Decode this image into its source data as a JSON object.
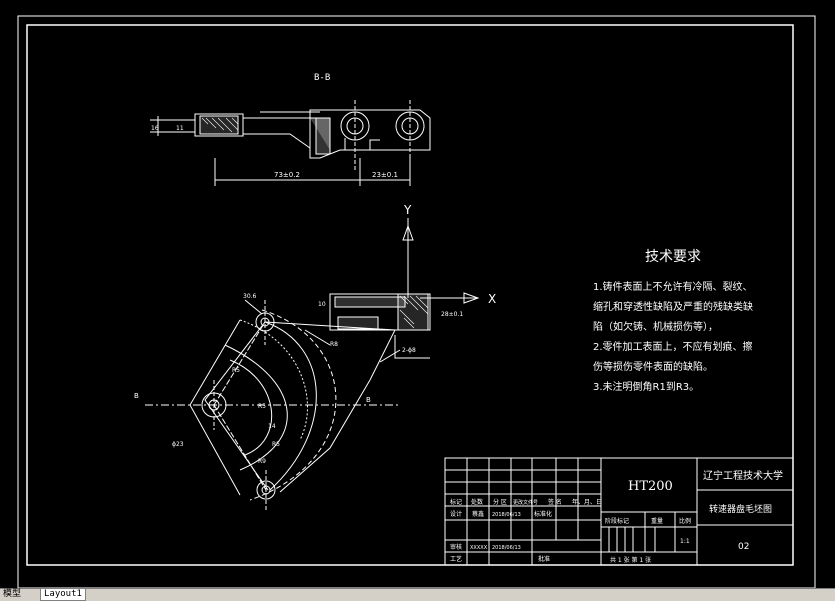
{
  "drawing": {
    "section_label": "B-B",
    "dim_left": "73±0.2",
    "dim_right": "23±0.1",
    "dim_vert_small": "11",
    "dim_vert_small2": "16",
    "axis_y": "Y",
    "axis_x": "X",
    "dim_top_rib": "10",
    "dim_r_side": "28±0.1",
    "dim_small_2": "2-ϕ8",
    "dim_angle": "30.6",
    "dim_rr": "R8",
    "dim_a": "R5",
    "dim_b": "R5",
    "dim_c": "ϕ23",
    "dim_d": "R5",
    "dim_e": "14",
    "dim_f": "R9",
    "section_mark_left": "B",
    "section_mark_right": "B"
  },
  "notes": {
    "title": "技术要求",
    "lines": [
      "1.铸件表面上不允许有冷隔、裂纹、",
      "缩孔和穿透性缺陷及严重的残缺类缺",
      "陷（如欠铸、机械损伤等），",
      "2.零件加工表面上，不应有划痕、擦",
      "伤等损伤零件表面的缺陷。",
      "3.未注明倒角R1到R3。"
    ]
  },
  "title_block": {
    "material": "HT200",
    "school": "辽宁工程技术大学",
    "part_name": "转速器盘毛坯图",
    "drawing_no": "02",
    "row_labels": [
      "标记",
      "处数",
      "分 区",
      "更改文件号",
      "签 名",
      "年、月、日"
    ],
    "design_label": "设计",
    "design_name": "蔡鑫",
    "design_date": "2018/06/13",
    "std_label": "标准化",
    "review_label": "审核",
    "review_name": "XXXXX",
    "review_date": "2018/06/13",
    "process_label": "工艺",
    "approve_label": "批准",
    "stage_label": "阶段标记",
    "weight_label": "重量",
    "scale_label": "比例",
    "scale": "1:1",
    "sheets": "共 1 张  第 1 张"
  },
  "tabs": {
    "model": "模型",
    "layout": "Layout1"
  }
}
